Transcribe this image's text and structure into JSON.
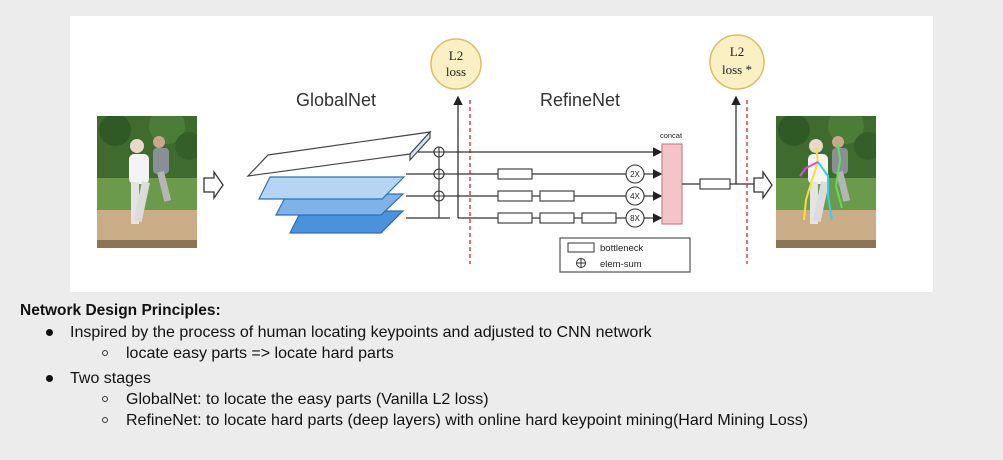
{
  "diagram": {
    "globalnet_label": "GlobalNet",
    "refinenet_label": "RefineNet",
    "loss_left_line1": "L2",
    "loss_left_line2": "loss",
    "loss_right_line1": "L2",
    "loss_right_line2": "loss *",
    "concat_label": "concat",
    "upsample_labels": [
      "2X",
      "4X",
      "8X"
    ],
    "legend_bottleneck": "bottleneck",
    "legend_elem_sum": "elem-sum",
    "plus_symbol": "+"
  },
  "text": {
    "heading": "Network Design Principles:",
    "bullet1": "Inspired by the process of human locating keypoints and adjusted to CNN network",
    "bullet1_sub1": "locate easy parts => locate hard parts",
    "bullet2": "Two stages",
    "bullet2_sub1": "GlobalNet: to locate the easy parts (Vanilla L2 loss)",
    "bullet2_sub2": "RefineNet: to locate hard parts (deep layers) with online hard keypoint mining(Hard Mining Loss)"
  },
  "colors": {
    "loss_circle_fill": "#fbefc4",
    "loss_circle_stroke": "#d9be6a",
    "concat_fill": "#f4c4c8",
    "dashed_line": "#e0303a",
    "pyramid_top": "#ffffff",
    "pyramid_bottom": "#4a92dc"
  }
}
